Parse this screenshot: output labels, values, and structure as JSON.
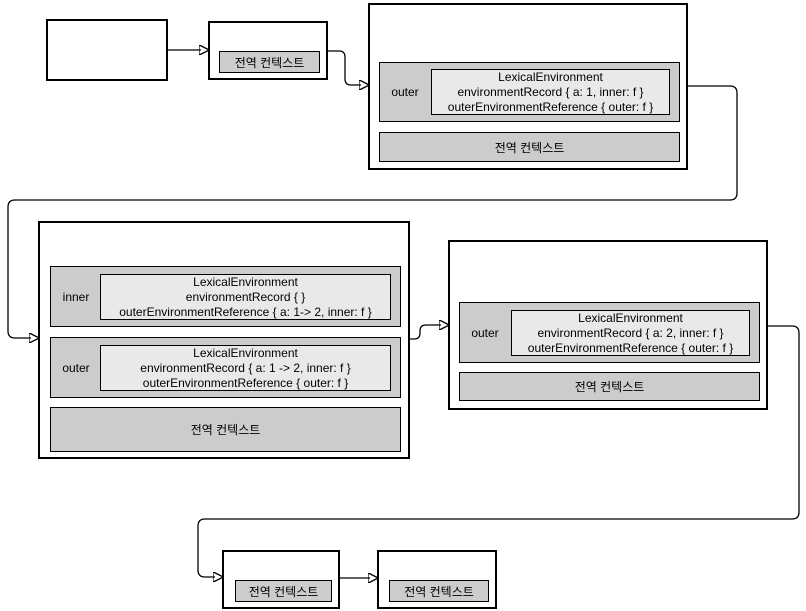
{
  "colors": {
    "canvas_fill": "#ffffff",
    "box_fill": "#ffffff",
    "band_fill": "#cccccc",
    "env_fill": "#e9e9e9",
    "border": "#000000"
  },
  "global_ctx_box": {
    "label": "전역 컨텍스트"
  },
  "stage1": {
    "frame_label": "outer",
    "env_line1": "LexicalEnvironment",
    "env_line2": "environmentRecord { a: 1, inner: f }",
    "env_line3": "outerEnvironmentReference { outer: f }",
    "footer": "전역 컨텍스트"
  },
  "stage2": {
    "inner_frame": {
      "label": "inner",
      "line1": "LexicalEnvironment",
      "line2": "environmentRecord { }",
      "line3": "outerEnvironmentReference { a: 1-> 2, inner: f }"
    },
    "outer_frame": {
      "label": "outer",
      "line1": "LexicalEnvironment",
      "line2": "environmentRecord { a: 1 -> 2, inner: f }",
      "line3": "outerEnvironmentReference { outer: f }"
    },
    "footer": "전역 컨텍스트"
  },
  "stage3": {
    "frame_label": "outer",
    "env_line1": "LexicalEnvironment",
    "env_line2": "environmentRecord { a: 2, inner: f }",
    "env_line3": "outerEnvironmentReference { outer: f }",
    "footer": "전역 컨텍스트"
  },
  "final1": {
    "label": "전역 컨텍스트"
  },
  "final2": {
    "label": "전역 컨텍스트"
  }
}
